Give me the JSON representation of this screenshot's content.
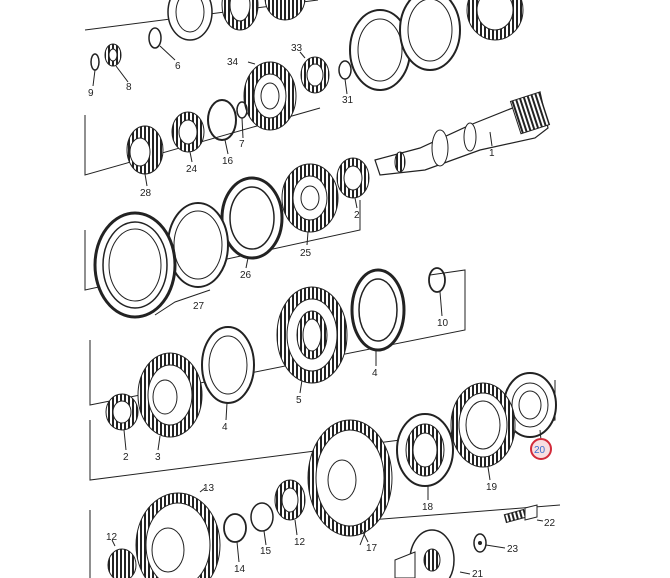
{
  "diagram": {
    "highlight_color": "#d22a3a",
    "highlight_text_color": "#3a6fd0",
    "selected_part": "20",
    "labels": [
      {
        "id": "9",
        "text": "9"
      },
      {
        "id": "8",
        "text": "8"
      },
      {
        "id": "6",
        "text": "6"
      },
      {
        "id": "33",
        "text": "33"
      },
      {
        "id": "34",
        "text": "34"
      },
      {
        "id": "31",
        "text": "31"
      },
      {
        "id": "7",
        "text": "7"
      },
      {
        "id": "16",
        "text": "16"
      },
      {
        "id": "24",
        "text": "24"
      },
      {
        "id": "28",
        "text": "28"
      },
      {
        "id": "1",
        "text": "1"
      },
      {
        "id": "2a",
        "text": "2"
      },
      {
        "id": "25",
        "text": "25"
      },
      {
        "id": "26",
        "text": "26"
      },
      {
        "id": "27",
        "text": "27"
      },
      {
        "id": "10",
        "text": "10"
      },
      {
        "id": "4a",
        "text": "4"
      },
      {
        "id": "5",
        "text": "5"
      },
      {
        "id": "4b",
        "text": "4"
      },
      {
        "id": "3",
        "text": "3"
      },
      {
        "id": "2b",
        "text": "2"
      },
      {
        "id": "20",
        "text": "20"
      },
      {
        "id": "19",
        "text": "19"
      },
      {
        "id": "18",
        "text": "18"
      },
      {
        "id": "13",
        "text": "13"
      },
      {
        "id": "17",
        "text": "17"
      },
      {
        "id": "15",
        "text": "15"
      },
      {
        "id": "12a",
        "text": "12"
      },
      {
        "id": "12b",
        "text": "12"
      },
      {
        "id": "14",
        "text": "14"
      },
      {
        "id": "22",
        "text": "22"
      },
      {
        "id": "23",
        "text": "23"
      },
      {
        "id": "21",
        "text": "21"
      }
    ]
  }
}
